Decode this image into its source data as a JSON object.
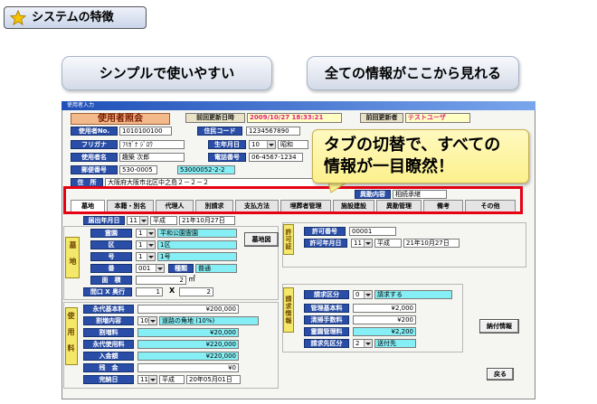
{
  "slide": {
    "feature_title": "システムの特徴",
    "feature_icon": "star-icon",
    "pill_left": "シンプルで使いやすい",
    "pill_right": "全ての情報がここから見れる"
  },
  "window": {
    "title": "使用者入力"
  },
  "header": {
    "page_title": "使用者照会",
    "last_updated_label": "前回更新日時",
    "last_updated": "2009/10/27 18:33:21",
    "last_updater_label": "前回更新者",
    "last_updater": "テストユーザ",
    "user_no_label": "使用者No.",
    "user_no": "1010100100",
    "resident_code_label": "住民コード",
    "resident_code": "1234567890",
    "furigana_label": "フリガナ",
    "furigana": "ﾌﾘｶﾞﾅ ｼﾞﾛｳ",
    "birth_label": "生年月日",
    "birth_era_code": "10",
    "birth_era": "昭和",
    "name_label": "使用者名",
    "name": "趣築 次郎",
    "phone_label": "電話番号",
    "phone": "06-4567-1234",
    "postal_label": "郵便番号",
    "postal": "530-0005",
    "postal_ext": "53000052-2-2",
    "address_label": "住　所",
    "address": "大阪府大阪市北区中之島２－２－２",
    "change_label": "異動内容",
    "change": "相続承継"
  },
  "callout": {
    "line1": "タブの切替で、すべての",
    "line2": "情報が一目瞭然！"
  },
  "tabs": [
    "墓地",
    "本籍・別名",
    "代理人",
    "別請求",
    "支払方法",
    "埋葬者管理",
    "施設建設",
    "異動管理",
    "備考",
    "その他"
  ],
  "active_tab": "墓地",
  "notify_date": {
    "label": "届出年月日",
    "era_code": "11",
    "era": "平成",
    "date": "21年10月27日"
  },
  "grave": {
    "section_label": "墓地",
    "cemetery_label": "霊園",
    "cemetery_code": "1",
    "cemetery": "平和公園霊園",
    "ward_label": "区",
    "ward_code": "1",
    "ward": "1区",
    "lot_label": "号",
    "lot_code": "1",
    "lot": "1号",
    "number_label": "番",
    "number": "001",
    "type_label": "種類",
    "type": "普通",
    "area_label": "面　積",
    "area": "2",
    "area_unit": "㎡",
    "size_label": "間口 X 奥行",
    "frontage": "1",
    "times": "X",
    "depth": "2",
    "map_button": "墓地図"
  },
  "permit": {
    "section_label": "許可証",
    "number_label": "許可番号",
    "number": "00001",
    "date_label": "許可年月日",
    "era_code": "11",
    "era": "平成",
    "date": "21年10月27日"
  },
  "fees": {
    "section_label": "使用料",
    "base_label": "永代基本料",
    "base": "¥200,000",
    "surcharge_type_label": "割増内容",
    "surcharge_code": "10",
    "surcharge_type": "道路の角地 (10%)",
    "surcharge_label": "割増料",
    "surcharge": "¥20,000",
    "usage_label": "永代使用料",
    "usage": "¥220,000",
    "paid_label": "入金額",
    "paid": "¥220,000",
    "balance_label": "残　金",
    "balance": "¥0",
    "complete_label": "完納日",
    "era_code": "11",
    "era": "平成",
    "complete_date": "20年05月01日"
  },
  "billing": {
    "section_label": "請求情報",
    "type_label": "請求区分",
    "type_code": "0",
    "type": "請求する",
    "mgmt_base_label": "管理基本料",
    "mgmt_base": "¥2,000",
    "cleaning_label": "清掃手数料",
    "cleaning": "¥200",
    "cemetery_mgmt_label": "霊園管理料",
    "cemetery_mgmt": "¥2,200",
    "recipient_label": "請求先区分",
    "recipient_code": "2",
    "recipient": "送付先"
  },
  "buttons": {
    "payment_info": "納付情報",
    "back": "戻る"
  },
  "colors": {
    "label_blue": "#2a4ea8",
    "field_cyan": "#86eff5",
    "highlight_red": "#e60012",
    "callout_yellow": "#fcf08c",
    "section_yellow": "#f4e86a",
    "title_magenta": "#e4207e"
  }
}
